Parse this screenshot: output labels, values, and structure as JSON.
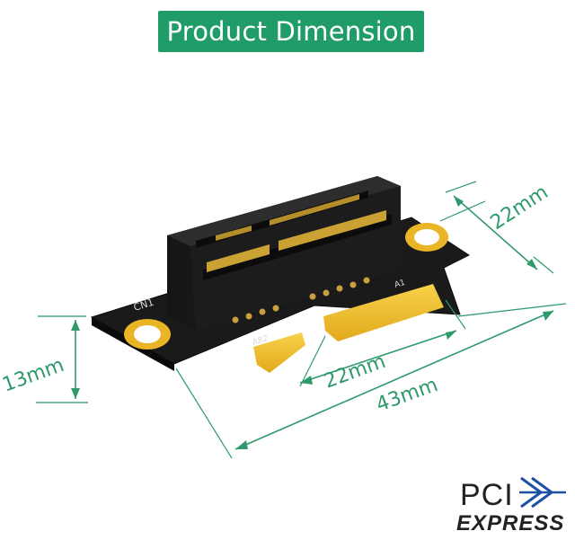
{
  "header": {
    "title": "Product Dimension"
  },
  "board": {
    "label_cn": "CN1",
    "label_pin_a1": "A1",
    "label_pin_a82": "A82"
  },
  "dimensions": {
    "height": "22mm",
    "thickness": "13mm",
    "connector_width": "22mm",
    "total_width": "43mm"
  },
  "logo": {
    "line1": "PCI",
    "line2": "EXPRESS"
  },
  "colors": {
    "accent": "#1f9c68",
    "pcb": "#1a1a1a",
    "gold": "#f2c12e",
    "dimension_line": "#2e9a6c"
  }
}
